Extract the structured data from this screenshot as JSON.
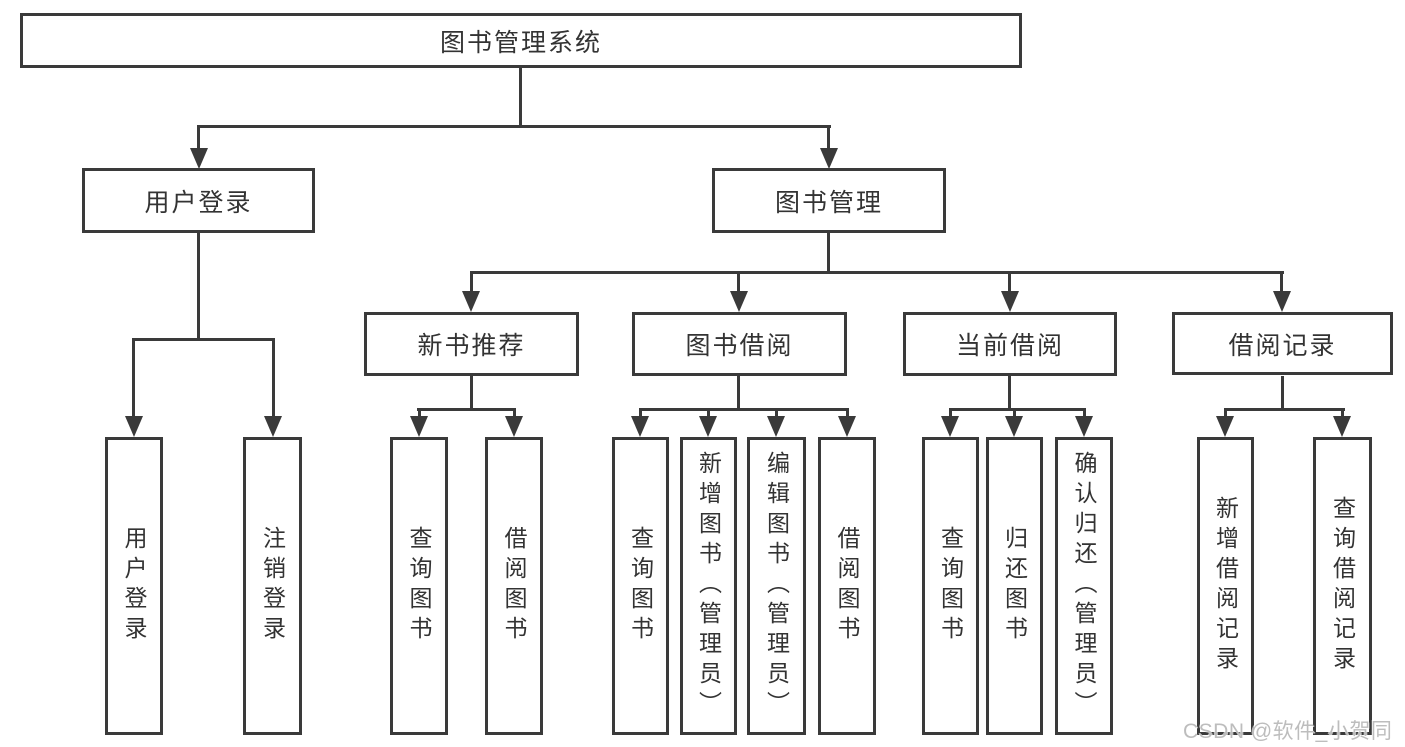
{
  "tree": {
    "label": "图书管理系统",
    "children": [
      {
        "label": "用户登录",
        "children": [
          {
            "label": "用户登录"
          },
          {
            "label": "注销登录"
          }
        ]
      },
      {
        "label": "图书管理",
        "children": [
          {
            "label": "新书推荐",
            "children": [
              {
                "label": "查询图书"
              },
              {
                "label": "借阅图书"
              }
            ]
          },
          {
            "label": "图书借阅",
            "children": [
              {
                "label": "查询图书"
              },
              {
                "label": "新增图书（管理员）"
              },
              {
                "label": "编辑图书（管理员）"
              },
              {
                "label": "借阅图书"
              }
            ]
          },
          {
            "label": "当前借阅",
            "children": [
              {
                "label": "查询图书"
              },
              {
                "label": "归还图书"
              },
              {
                "label": "确认归还（管理员）"
              }
            ]
          },
          {
            "label": "借阅记录",
            "children": [
              {
                "label": "新增借阅记录"
              },
              {
                "label": "查询借阅记录"
              }
            ]
          }
        ]
      }
    ]
  },
  "watermark": "CSDN @软件_小贺同学",
  "colors": {
    "line": "#3a3a3a",
    "text": "#333333",
    "watermark": "#bdbdbd",
    "background": "#ffffff"
  }
}
